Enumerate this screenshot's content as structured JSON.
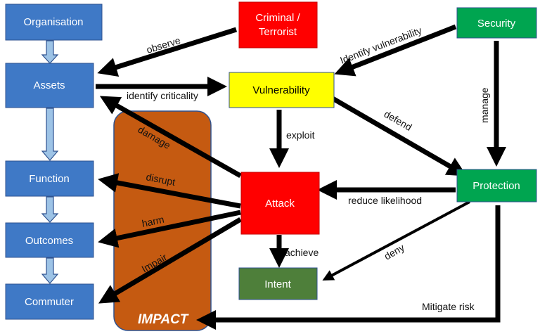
{
  "colors": {
    "blue_box": "#3f79c6",
    "red_box": "#ff0000",
    "yellow_box": "#ffff00",
    "green_box": "#00a550",
    "dark_green_box": "#4e7f3a",
    "impact_fill": "#c55a11",
    "impact_border": "#2f528f",
    "arrow": "#000000",
    "hollow_arrow_fill": "#9dc3e6"
  },
  "nodes": {
    "organisation": "Organisation",
    "assets": "Assets",
    "function": "Function",
    "outcomes": "Outcomes",
    "commuter": "Commuter",
    "criminal_line1": "Criminal /",
    "criminal_line2": "Terrorist",
    "security": "Security",
    "vulnerability": "Vulnerability",
    "attack": "Attack",
    "intent": "Intent",
    "protection": "Protection"
  },
  "impact_label": "IMPACT",
  "edges": {
    "observe": "observe",
    "identify_vulnerability": "Identify vulnerability",
    "identify_criticality": "identify criticality",
    "manage": "manage",
    "damage": "damage",
    "exploit": "exploit",
    "defend": "defend",
    "disrupt": "disrupt",
    "reduce_likelihood": "reduce likelihood",
    "harm": "harm",
    "impair": "Impair",
    "achieve": "achieve",
    "deny": "deny",
    "mitigate_risk": "Mitigate risk"
  }
}
